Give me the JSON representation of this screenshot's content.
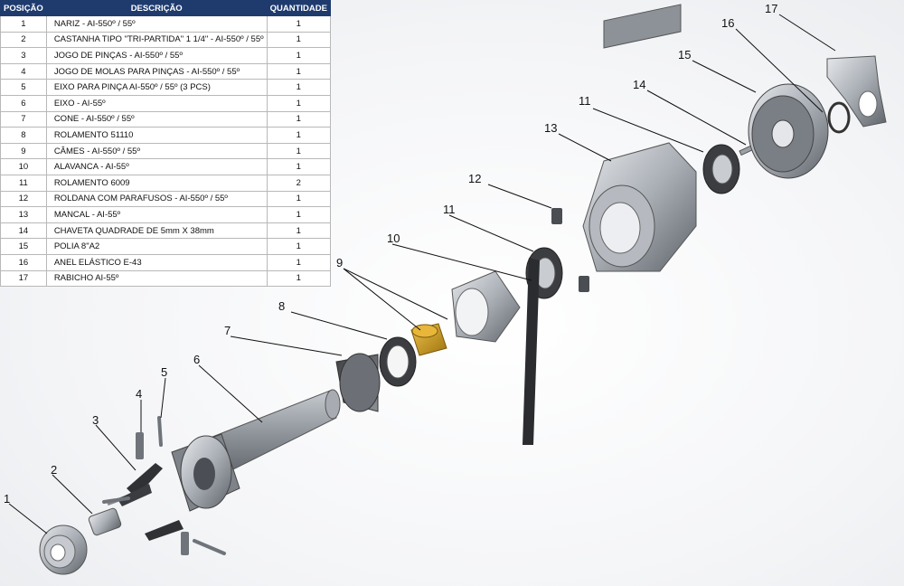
{
  "table": {
    "headers": {
      "position": "POSIÇÃO",
      "description": "DESCRIÇÃO",
      "quantity": "QUANTIDADE"
    },
    "rows": [
      {
        "pos": "1",
        "desc": "NARIZ - AI-550º / 55º",
        "qty": "1"
      },
      {
        "pos": "2",
        "desc": "CASTANHA TIPO \"TRI-PARTIDA\" 1 1/4\" - AI-550º / 55º",
        "qty": "1"
      },
      {
        "pos": "3",
        "desc": "JOGO DE PINÇAS - AI-550º / 55º",
        "qty": "1"
      },
      {
        "pos": "4",
        "desc": "JOGO DE MOLAS PARA PINÇAS - AI-550º / 55º",
        "qty": "1"
      },
      {
        "pos": "5",
        "desc": "EIXO PARA PINÇA AI-550º / 55º (3 PCS)",
        "qty": "1"
      },
      {
        "pos": "6",
        "desc": "EIXO - AI-55º",
        "qty": "1"
      },
      {
        "pos": "7",
        "desc": "CONE - AI-550º / 55º",
        "qty": "1"
      },
      {
        "pos": "8",
        "desc": "ROLAMENTO 51110",
        "qty": "1"
      },
      {
        "pos": "9",
        "desc": "CÂMES - AI-550º / 55º",
        "qty": "1"
      },
      {
        "pos": "10",
        "desc": "ALAVANCA - AI-55º",
        "qty": "1"
      },
      {
        "pos": "11",
        "desc": "ROLAMENTO 6009",
        "qty": "2"
      },
      {
        "pos": "12",
        "desc": "ROLDANA COM PARAFUSOS - AI-550º / 55º",
        "qty": "1"
      },
      {
        "pos": "13",
        "desc": "MANCAL - AI-55º",
        "qty": "1"
      },
      {
        "pos": "14",
        "desc": "CHAVETA QUADRADE DE 5mm X 38mm",
        "qty": "1"
      },
      {
        "pos": "15",
        "desc": "POLIA 8\"A2",
        "qty": "1"
      },
      {
        "pos": "16",
        "desc": "ANEL ELÁSTICO E-43",
        "qty": "1"
      },
      {
        "pos": "17",
        "desc": "RABICHO AI-55º",
        "qty": "1"
      }
    ]
  },
  "callouts": [
    "1",
    "2",
    "3",
    "4",
    "5",
    "6",
    "7",
    "8",
    "9",
    "10",
    "11",
    "11",
    "12",
    "13",
    "14",
    "15",
    "16",
    "17"
  ],
  "colors": {
    "header_bg": "#1f3b6e",
    "metal": "#9aa0a8",
    "bronze": "#d4a017",
    "dark": "#2a2a2a"
  }
}
